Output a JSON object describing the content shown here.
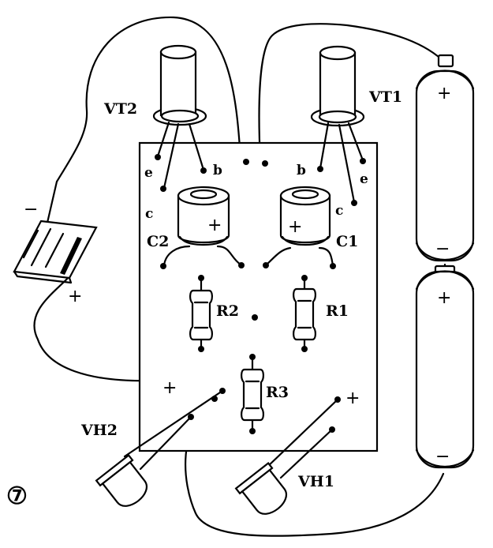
{
  "figure_number": "⑦",
  "transistors": {
    "vt1": "VT1",
    "vt2": "VT2"
  },
  "capacitors": {
    "c1": "C1",
    "c2": "C2"
  },
  "resistors": {
    "r1": "R1",
    "r2": "R2",
    "r3": "R3"
  },
  "leds": {
    "vh1": "VH1",
    "vh2": "VH2"
  },
  "pins": {
    "e": "e",
    "b": "b",
    "c": "c"
  },
  "signs": {
    "plus": "+",
    "minus": "−"
  }
}
